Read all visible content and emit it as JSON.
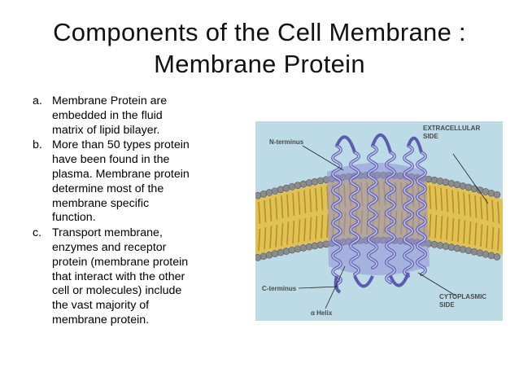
{
  "slide": {
    "title_line1": "Components of the Cell Membrane :",
    "title_line2": "Membrane Protein",
    "bullets": [
      {
        "marker": "a.",
        "lines": [
          "Membrane Protein are",
          "embedded in the fluid",
          "matrix of lipid  bilayer."
        ]
      },
      {
        "marker": "b.",
        "lines": [
          "More than 50 types protein",
          "have been found in the",
          "plasma. Membrane protein",
          "determine most of the",
          "membrane specific",
          "function."
        ]
      },
      {
        "marker": "c.",
        "lines": [
          "Transport membrane,",
          "enzymes and receptor",
          "protein (membrane protein",
          "that interact with the other",
          "cell or molecules) include",
          "the vast majority of",
          "membrane protein."
        ]
      }
    ]
  },
  "figure": {
    "labels": {
      "extracellular_line1": "EXTRACELLULAR",
      "extracellular_line2": "SIDE",
      "cytoplasmic_line1": "CYTOPLASMIC",
      "cytoplasmic_line2": "SIDE",
      "n_terminus": "N-terminus",
      "c_terminus": "C-terminus",
      "alpha_helix": "α Helix"
    },
    "colors": {
      "background": "#bcdbe6",
      "lipid_head": "#8c8c8c",
      "lipid_tail": "#e6bc3c",
      "protein": "#8f8fd6",
      "protein_dark": "#5b5bb0"
    }
  }
}
